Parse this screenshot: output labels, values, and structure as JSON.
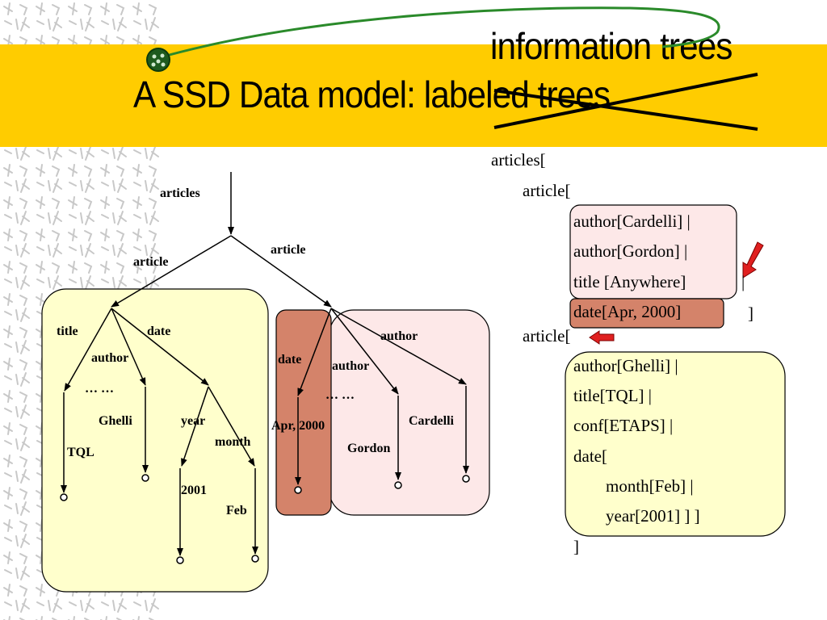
{
  "slide": {
    "title": "A SSD Data model: labeled trees",
    "replacement_title": "information trees",
    "colors": {
      "band": "#ffcc00",
      "yellow_box": "#ffffcc",
      "pink_box": "#fde8e8",
      "brown_box": "#d4836a",
      "arrow_red": "#e02020",
      "green_curve": "#2a8a2a"
    }
  },
  "tree": {
    "labels": {
      "articles": "articles",
      "article_left": "article",
      "article_right": "article",
      "title": "title",
      "date_left": "date",
      "author_left": "author",
      "dots_left": "… …",
      "ghelli": "Ghelli",
      "year": "year",
      "month": "month",
      "tql": "TQL",
      "y2001": "2001",
      "feb": "Feb",
      "date_right": "date",
      "apr2000": "Apr, 2000",
      "author_mid": "author",
      "dots_right": "… …",
      "gordon": "Gordon",
      "author_right": "author",
      "cardelli": "Cardelli"
    }
  },
  "code": {
    "lines": [
      "articles[",
      "article[",
      "author[Cardelli] |",
      "author[Gordon] |",
      "title [Anywhere]",
      "|",
      "date[Apr, 2000]",
      "]",
      "article[",
      "author[Ghelli]  |",
      "title[TQL]  |",
      "conf[ETAPS]  |",
      "date[",
      "month[Feb]  |",
      "year[2001]   ]   ]",
      "]"
    ]
  }
}
